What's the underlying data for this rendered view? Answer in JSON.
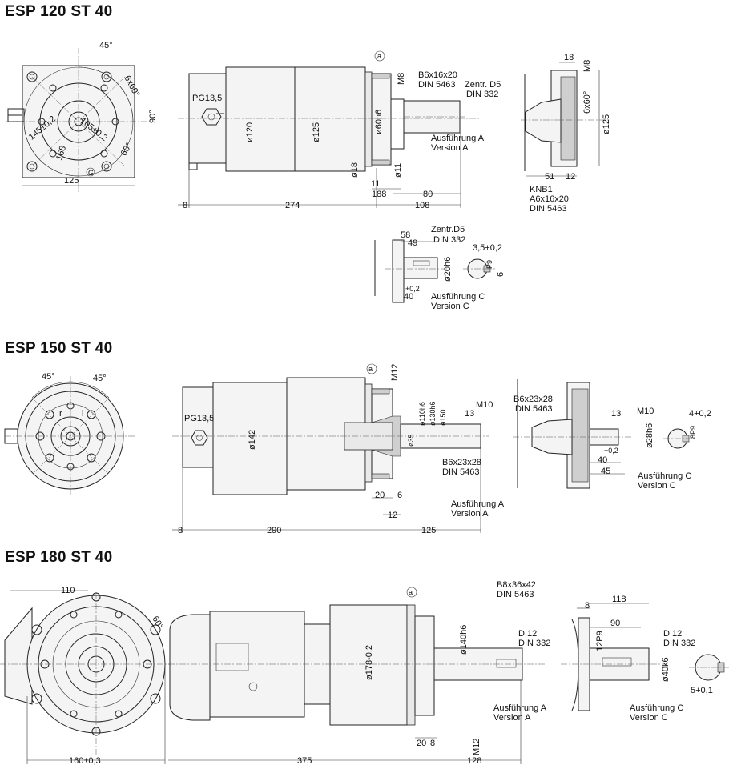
{
  "sections": {
    "s1": {
      "title": "ESP 120 ST 40",
      "labels": {
        "deg45": "45°",
        "deg90": "90°",
        "deg6x60": "6x60°",
        "deg60": "60°",
        "d145": "145±0,2",
        "d105": "105±0,2",
        "d168": "168",
        "d125w": "125",
        "g": "G",
        "a": "a",
        "pg": "PG13,5",
        "o120": "ø120",
        "o125": "ø125",
        "o60": "ø60h6",
        "o18": "ø18",
        "o11": "ø11",
        "m8": "M8",
        "b6": "B6x16x20",
        "din5463": "DIN 5463",
        "zentr": "Zentr. D5",
        "din332": "DIN 332",
        "ausA": "Ausführung A",
        "verA": "Version A",
        "d8": "8",
        "d274": "274",
        "d11": "11",
        "d188": "188",
        "d80": "80",
        "d108": "108",
        "r_18": "18",
        "r_m8": "M8",
        "r_6x60": "6x60°",
        "r_o125": "ø125",
        "r_51": "51",
        "r_12": "12",
        "knb1": "KNB1",
        "a6": "A6x16x20",
        "din5463b": "DIN 5463",
        "c_58": "58",
        "c_49": "49",
        "c_zentr": "Zentr.D5",
        "c_din332": "DIN 332",
        "c_35": "3,5+0,2",
        "c_p9": "P9",
        "c_6": "6",
        "c_o20": "ø20h6",
        "c_02": "+0,2",
        "c_40": "40",
        "ausC": "Ausführung C",
        "verC": "Version C"
      }
    },
    "s2": {
      "title": "ESP 150 ST 40",
      "labels": {
        "deg45a": "45°",
        "deg45b": "45°",
        "r": "r",
        "l": "l",
        "a": "a",
        "m12": "M12",
        "pg": "PG13,5",
        "o142": "ø142",
        "o110": "ø110h6",
        "o130": "ø130h6",
        "o150": "ø150",
        "o35": "ø35",
        "m10": "M10",
        "d13": "13",
        "b6": "B6x23x28",
        "din5463": "DIN 5463",
        "d20": "20",
        "d6": "6",
        "d12": "12",
        "ausA": "Ausführung A",
        "verA": "Version A",
        "d8": "8",
        "d290": "290",
        "d125": "125",
        "r_b6": "B6x23x28",
        "r_din": "DIN 5463",
        "r_13": "13",
        "r_m10": "M10",
        "r_o28": "ø28h6",
        "r_02": "+0,2",
        "r_40": "40",
        "r_45": "45",
        "r_4": "4+0,2",
        "r_8p9": "8P9",
        "ausC": "Ausführung C",
        "verC": "Version C"
      }
    },
    "s3": {
      "title": "ESP 180 ST 40",
      "labels": {
        "d110": "110",
        "deg60": "60°",
        "d160": "160±0,3",
        "a": "a",
        "o178": "ø178-0,2",
        "o140": "ø140h6",
        "b8": "B8x36x42",
        "din5463": "DIN 5463",
        "d12": "D 12",
        "din332": "DIN 332",
        "ausA": "Ausführung A",
        "verA": "Version A",
        "d20": "20",
        "d8b": "8",
        "m12": "M12",
        "d375": "375",
        "d128": "128",
        "r_8": "8",
        "r_118": "118",
        "r_90": "90",
        "r_12p9": "12P9",
        "r_d12": "D 12",
        "r_din332": "DIN 332",
        "r_o40": "ø40k6",
        "r_5": "5+0,1",
        "ausC": "Ausführung C",
        "verC": "Version C"
      }
    }
  }
}
